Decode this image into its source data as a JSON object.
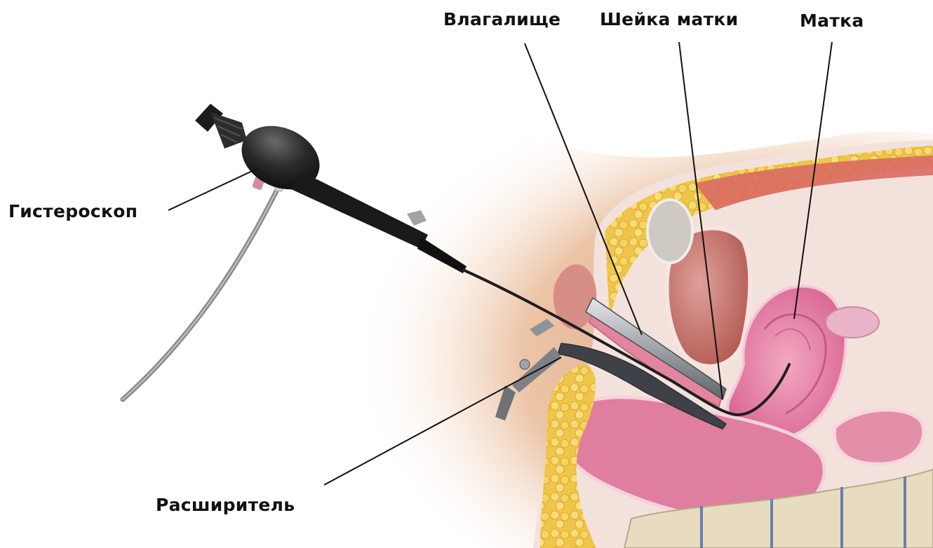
{
  "labels": {
    "vagina": "Влагалище",
    "cervix": "Шейка матки",
    "uterus": "Матка",
    "hysteroscope": "Гистероскоп",
    "speculum": "Расширитель"
  },
  "colors": {
    "skin": "#ecc4a6",
    "fat": "#f0c64a",
    "uterus_tissue": "#e57ea6",
    "muscle": "#d2615c",
    "instrument": "#1e1e1e",
    "metal": "#b8bcc0",
    "cable": "#8a8a8a",
    "leader_line": "#111111"
  },
  "icons": {
    "hysteroscope": "hysteroscope-icon",
    "speculum": "speculum-icon"
  }
}
